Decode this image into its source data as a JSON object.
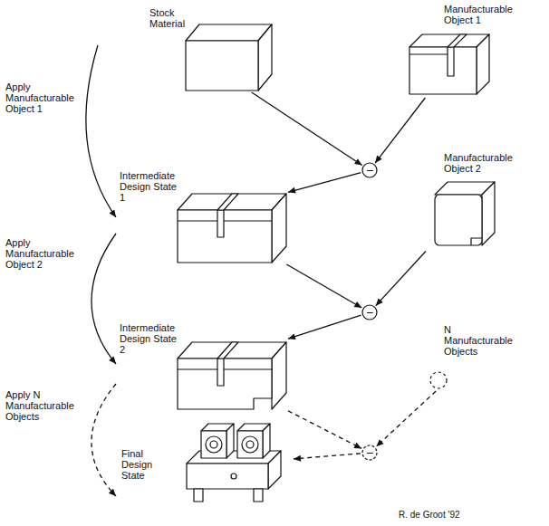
{
  "diagram": {
    "nodes": [
      {
        "text": [
          "Stock Material"
        ]
      },
      {
        "text": [
          "Manufacturable Object 1"
        ]
      },
      {
        "text": [
          "−"
        ]
      },
      {
        "text": [
          "Intermediate Design State 1"
        ]
      },
      {
        "text": [
          "Manufacturable Object 2"
        ]
      },
      {
        "text": [
          "−"
        ]
      },
      {
        "text": [
          "Intermediate Design State 2"
        ]
      },
      {
        "text": [
          "N Manufacturable Objects"
        ]
      },
      {
        "text": [
          "−"
        ]
      },
      {
        "text": [
          "Final Design State"
        ]
      }
    ],
    "edges": [
      {
        "from": 0,
        "to": 3,
        "arrow": "to",
        "label": "Apply Manufacturable Object 1"
      },
      {
        "from": 0,
        "to": 2,
        "arrow": "to"
      },
      {
        "from": 1,
        "to": 2,
        "arrow": "to"
      },
      {
        "from": 2,
        "to": 3,
        "arrow": "to"
      },
      {
        "from": 3,
        "to": 6,
        "arrow": "to",
        "label": "Apply Manufacturable Object 2"
      },
      {
        "from": 3,
        "to": 5,
        "arrow": "to"
      },
      {
        "from": 4,
        "to": 5,
        "arrow": "to"
      },
      {
        "from": 5,
        "to": 6,
        "arrow": "to"
      },
      {
        "from": 6,
        "to": 9,
        "arrow": "to",
        "label": "Apply N Manufacturable Objects"
      },
      {
        "from": 6,
        "to": 8,
        "arrow": "to"
      },
      {
        "from": 7,
        "to": 8,
        "arrow": "to"
      },
      {
        "from": 8,
        "to": 9,
        "arrow": "to"
      }
    ],
    "labels": [
      "R. de Groot '92"
    ]
  }
}
